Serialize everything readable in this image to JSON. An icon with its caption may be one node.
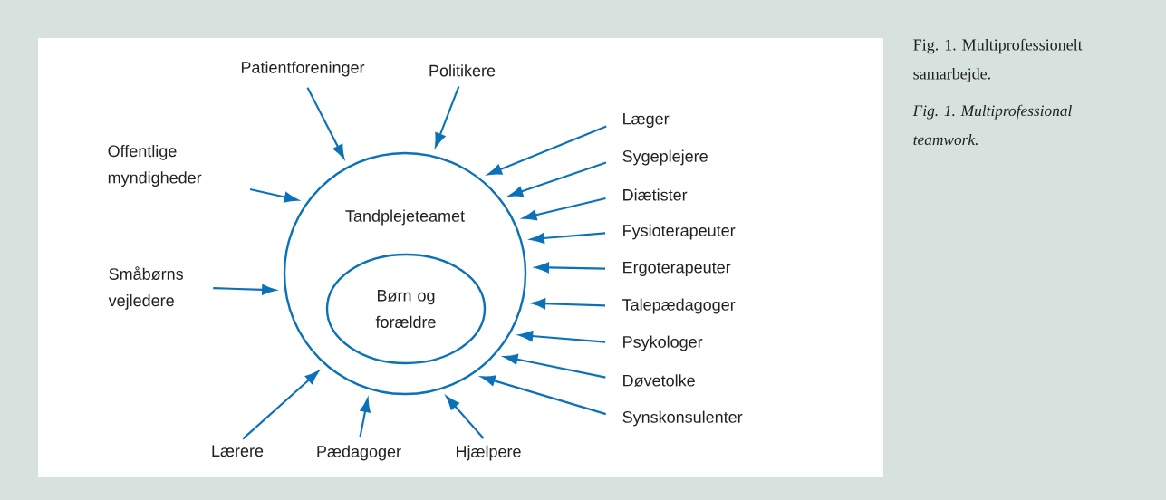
{
  "diagram": {
    "caption": "Fig. 1. Multiprofessionelt samarbejde.",
    "nodes": [
      {
        "text": [
          "Tandplejeteamet"
        ]
      },
      {
        "text": [
          "Børn og forældre"
        ],
        "in": 0
      },
      {
        "text": [
          "Patientforeninger"
        ]
      },
      {
        "text": [
          "Politikere"
        ]
      },
      {
        "text": [
          "Offentlige myndigheder"
        ]
      },
      {
        "text": [
          "Småbørns vejledere"
        ]
      },
      {
        "text": [
          "Lærere"
        ]
      },
      {
        "text": [
          "Pædagoger"
        ]
      },
      {
        "text": [
          "Hjælpere"
        ]
      },
      {
        "text": [
          "Læger"
        ]
      },
      {
        "text": [
          "Sygeplejere"
        ]
      },
      {
        "text": [
          "Diætister"
        ]
      },
      {
        "text": [
          "Fysioterapeuter"
        ]
      },
      {
        "text": [
          "Ergoterapeuter"
        ]
      },
      {
        "text": [
          "Talepædagoger"
        ]
      },
      {
        "text": [
          "Psykologer"
        ]
      },
      {
        "text": [
          "Døvetolke"
        ]
      },
      {
        "text": [
          "Synskonsulenter"
        ]
      }
    ],
    "edges": [
      {
        "from": 2,
        "to": 0,
        "arrow": "to"
      },
      {
        "from": 3,
        "to": 0,
        "arrow": "to"
      },
      {
        "from": 4,
        "to": 0,
        "arrow": "to"
      },
      {
        "from": 5,
        "to": 0,
        "arrow": "to"
      },
      {
        "from": 6,
        "to": 0,
        "arrow": "to"
      },
      {
        "from": 7,
        "to": 0,
        "arrow": "to"
      },
      {
        "from": 8,
        "to": 0,
        "arrow": "to"
      },
      {
        "from": 9,
        "to": 0,
        "arrow": "to"
      },
      {
        "from": 10,
        "to": 0,
        "arrow": "to"
      },
      {
        "from": 11,
        "to": 0,
        "arrow": "to"
      },
      {
        "from": 12,
        "to": 0,
        "arrow": "to"
      },
      {
        "from": 13,
        "to": 0,
        "arrow": "to"
      },
      {
        "from": 14,
        "to": 0,
        "arrow": "to"
      },
      {
        "from": 15,
        "to": 0,
        "arrow": "to"
      },
      {
        "from": 16,
        "to": 0,
        "arrow": "to"
      },
      {
        "from": 17,
        "to": 0,
        "arrow": "to"
      }
    ],
    "labels": [
      "Fig. 1. Multiprofessional teamwork."
    ]
  }
}
